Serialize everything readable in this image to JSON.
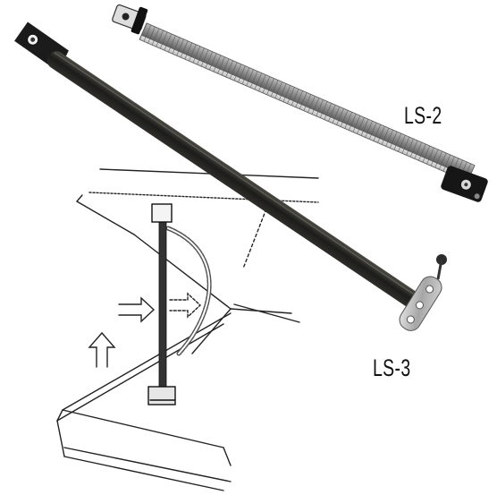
{
  "labels": {
    "ls2": "LS-2",
    "ls3": "LS-3"
  },
  "colors": {
    "background": "#ffffff",
    "black_stay_rod": "#2a2a26",
    "silver_spring": "#a8a8a8",
    "bracket_black": "#1a1a1a",
    "bracket_chrome": "#b9b9b9",
    "sketch_line": "#222222"
  },
  "items": [
    {
      "name": "black-lid-stay",
      "icon": "support-rod"
    },
    {
      "name": "silver-spring-lid-stay",
      "icon": "spring-rod"
    },
    {
      "name": "installation-sketch",
      "icon": "lid-diagram"
    }
  ]
}
